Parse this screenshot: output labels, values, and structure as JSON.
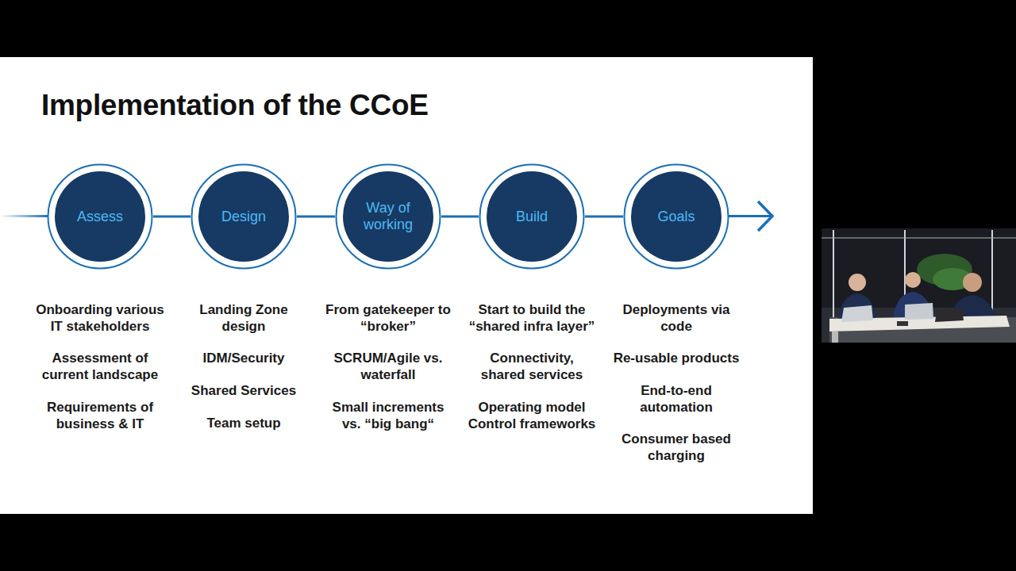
{
  "diagram": {
    "title": "Implementation of the CCoE",
    "nodes": [
      {
        "text": [
          "Assess"
        ]
      },
      {
        "text": [
          "Design"
        ]
      },
      {
        "text": [
          "Way of working"
        ]
      },
      {
        "text": [
          "Build"
        ]
      },
      {
        "text": [
          "Goals"
        ]
      }
    ],
    "edges": [
      {
        "from": 0,
        "to": 1,
        "arrow": "none"
      },
      {
        "from": 1,
        "to": 2,
        "arrow": "none"
      },
      {
        "from": 2,
        "to": 3,
        "arrow": "none"
      },
      {
        "from": 3,
        "to": 4,
        "arrow": "none"
      }
    ],
    "labels": [
      "Onboarding various IT stakeholders",
      "Assessment of current landscape",
      "Requirements of business & IT",
      "Landing Zone design",
      "IDM/Security",
      "Shared Services",
      "Team setup",
      "From gatekeeper to “broker”",
      "SCRUM/Agile vs. waterfall",
      "Small increments vs. “big bang“",
      "Start to build the “shared infra layer”",
      "Connectivity, shared services",
      "Operating model Control frameworks",
      "Deployments via code",
      "Re-usable products",
      "End-to-end automation",
      "Consumer based charging"
    ]
  }
}
